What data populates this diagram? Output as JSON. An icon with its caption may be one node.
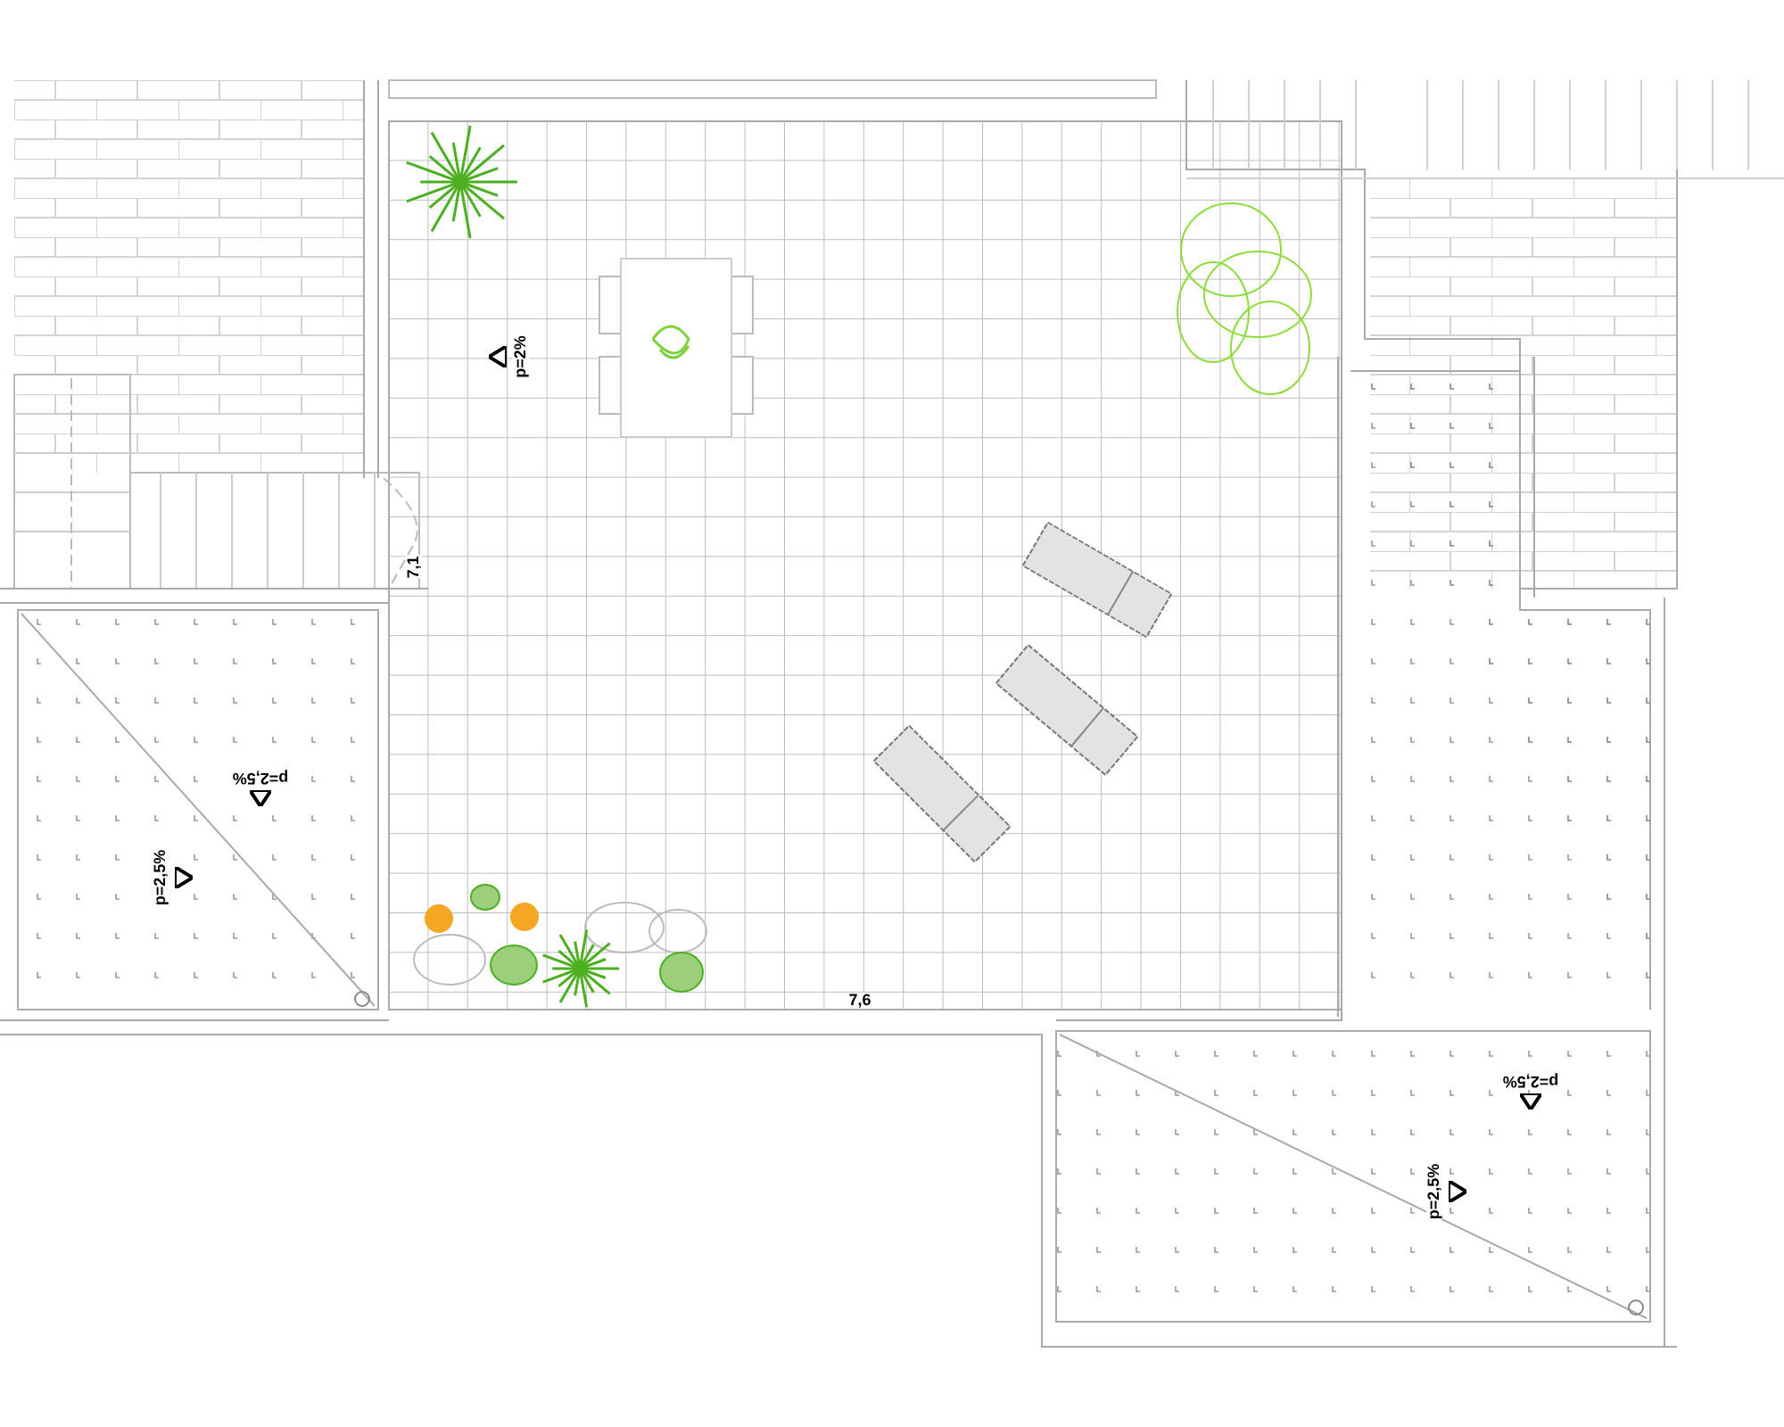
{
  "diagram": {
    "labels": [
      "p=2%",
      "7,1",
      "p=2,5%",
      "p=2,5%",
      "7,6",
      "p=2,5%",
      "p=2,5%"
    ]
  }
}
